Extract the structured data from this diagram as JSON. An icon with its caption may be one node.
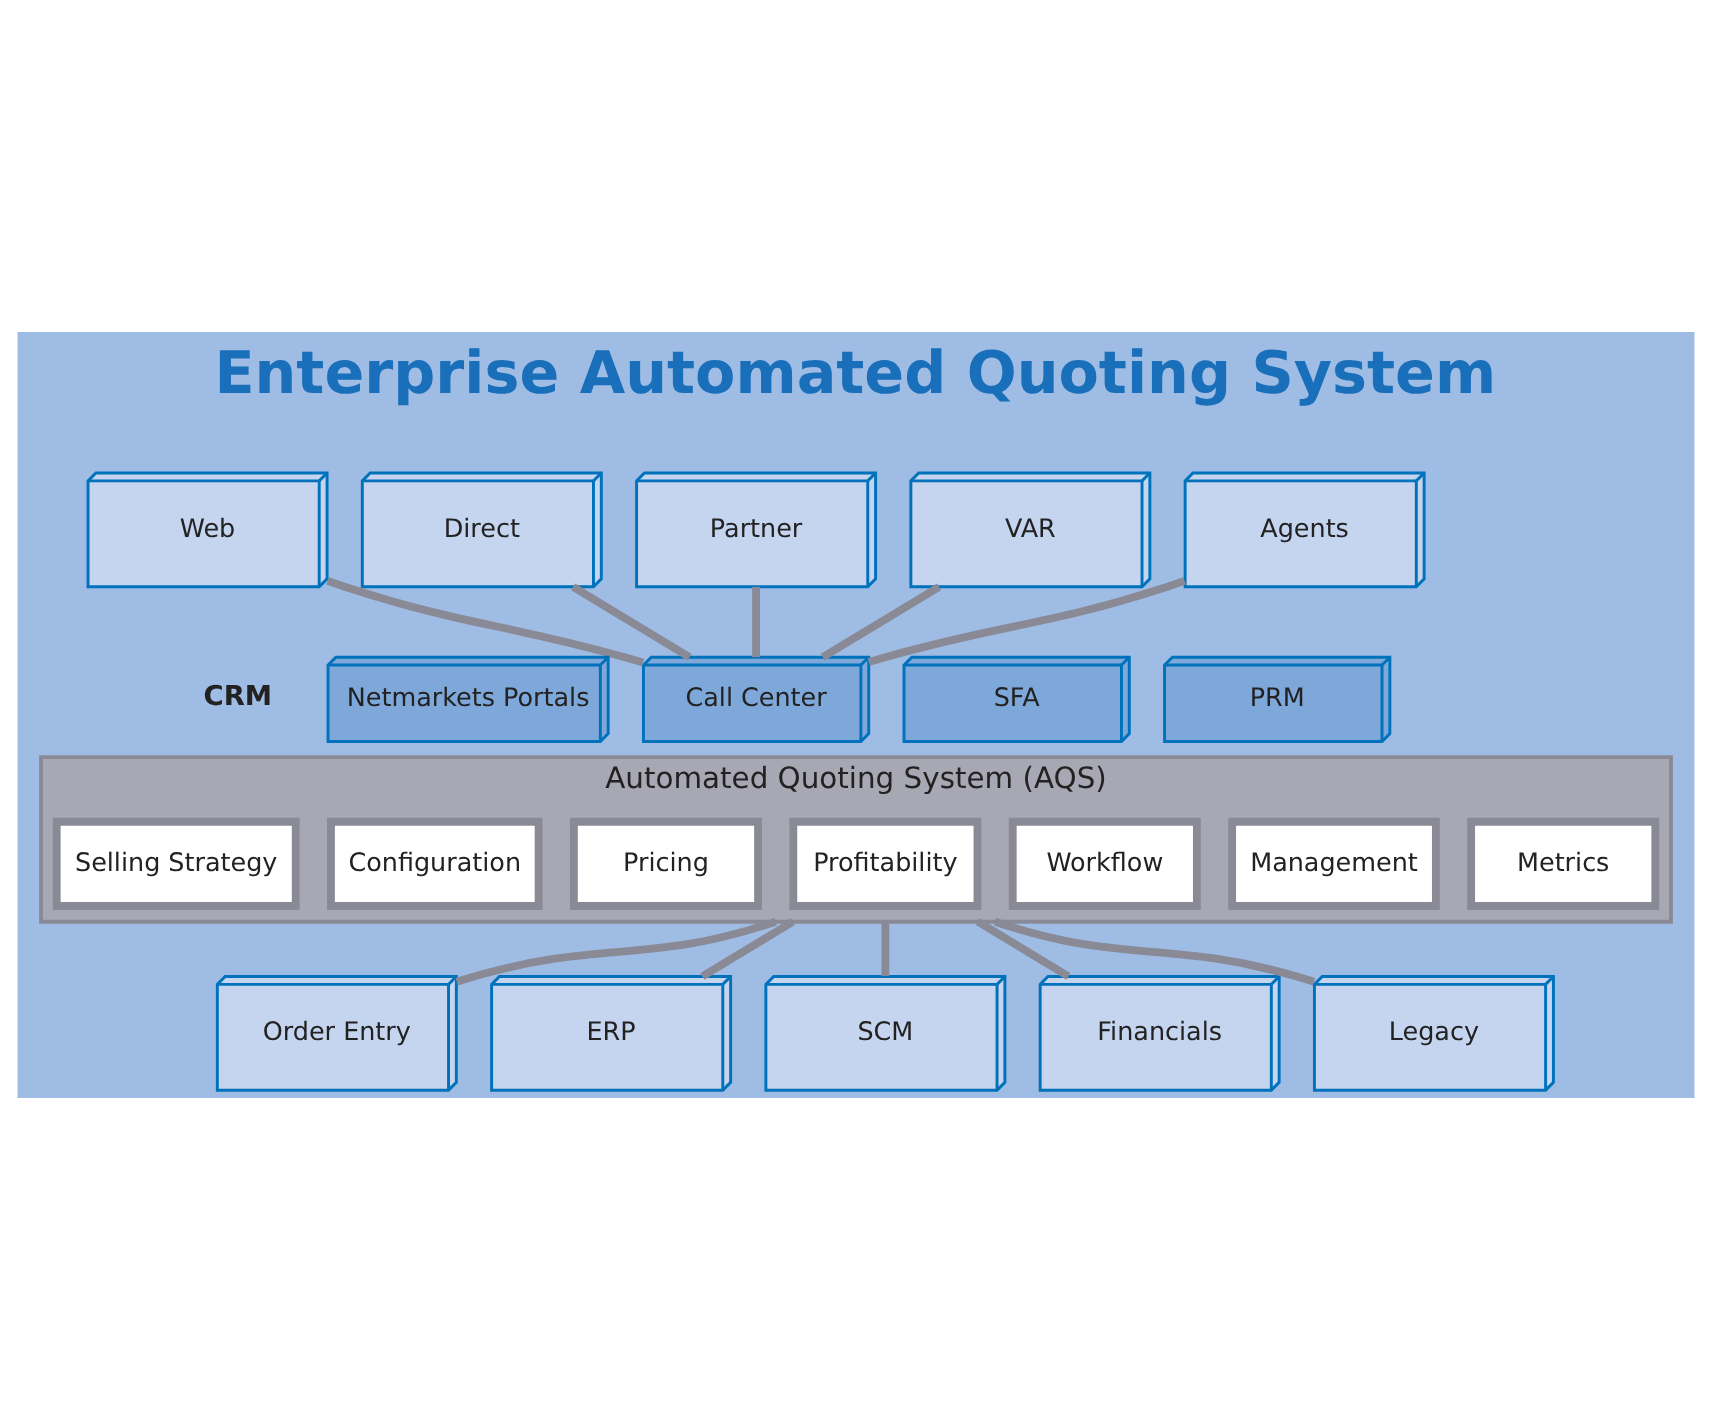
{
  "diagram": {
    "title": "Enterprise Automated Quoting System",
    "nodes": [
      {
        "text": [
          "Web"
        ]
      },
      {
        "text": [
          "Direct"
        ]
      },
      {
        "text": [
          "Partner"
        ]
      },
      {
        "text": [
          "VAR"
        ]
      },
      {
        "text": [
          "Agents"
        ]
      },
      {
        "text": [
          "Netmarkets Portals"
        ]
      },
      {
        "text": [
          "Call Center"
        ]
      },
      {
        "text": [
          "SFA"
        ]
      },
      {
        "text": [
          "PRM"
        ]
      },
      {
        "text": [
          "Automated Quoting System (AQS)"
        ]
      },
      {
        "text": [
          "Selling Strategy"
        ],
        "in": 9
      },
      {
        "text": [
          "Configuration"
        ],
        "in": 9
      },
      {
        "text": [
          "Pricing"
        ],
        "in": 9
      },
      {
        "text": [
          "Profitability"
        ],
        "in": 9
      },
      {
        "text": [
          "Workflow"
        ],
        "in": 9
      },
      {
        "text": [
          "Management"
        ],
        "in": 9
      },
      {
        "text": [
          "Metrics"
        ],
        "in": 9
      },
      {
        "text": [
          "Order Entry"
        ]
      },
      {
        "text": [
          "ERP"
        ]
      },
      {
        "text": [
          "SCM"
        ]
      },
      {
        "text": [
          "Financials"
        ]
      },
      {
        "text": [
          "Legacy"
        ]
      }
    ],
    "edges": [
      {
        "from": 0,
        "to": 6,
        "arrow": "none"
      },
      {
        "from": 1,
        "to": 6,
        "arrow": "none"
      },
      {
        "from": 2,
        "to": 6,
        "arrow": "none"
      },
      {
        "from": 3,
        "to": 6,
        "arrow": "none"
      },
      {
        "from": 4,
        "to": 6,
        "arrow": "none"
      },
      {
        "from": 9,
        "to": 17,
        "arrow": "none"
      },
      {
        "from": 9,
        "to": 18,
        "arrow": "none"
      },
      {
        "from": 9,
        "to": 19,
        "arrow": "none"
      },
      {
        "from": 9,
        "to": 20,
        "arrow": "none"
      },
      {
        "from": 9,
        "to": 21,
        "arrow": "none"
      }
    ],
    "labels": [
      "CRM"
    ]
  }
}
